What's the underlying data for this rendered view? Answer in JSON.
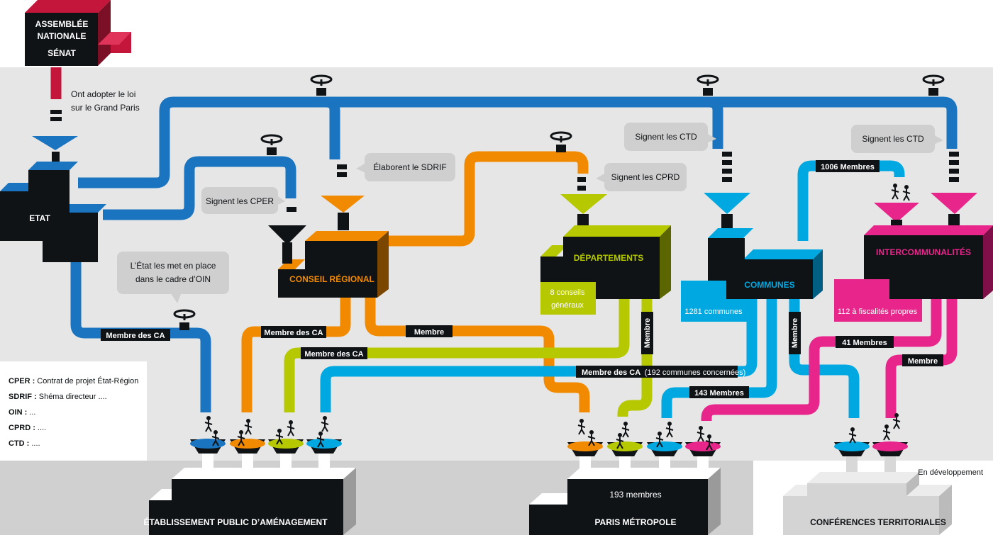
{
  "colors": {
    "state_blue": "#1a74bf",
    "region_orange": "#f28a00",
    "dept_lime": "#b5c800",
    "commune_cyan": "#00a8e2",
    "interco_magenta": "#e8258a",
    "parliament_red": "#c4153a",
    "box_black": "#101316",
    "band_gray": "#e6e6e6",
    "bubble_gray": "#cfcfcf"
  },
  "actors": {
    "parliament": {
      "line1": "ASSEMBLÉE",
      "line2": "NATIONALE",
      "line3": "SÉNAT"
    },
    "etat": "ETAT",
    "conseil_regional": "CONSEIL RÉGIONAL",
    "departements": "DÉPARTEMENTS",
    "departements_count_1": "8 conseils",
    "departements_count_2": "généraux",
    "communes": "COMMUNES",
    "communes_count": "1281 communes",
    "intercommunalites": "INTERCOMMUNALITÉS",
    "interco_count": "112 à fiscalités propres"
  },
  "bubbles": {
    "cper": "Signent les CPER",
    "sdrif": "Élaborent le SDRIF",
    "cprd": "Signent les CPRD",
    "ctd_communes": "Signent les CTD",
    "ctd_interco": "Signent les CTD",
    "oin_1": "L’État les met en place",
    "oin_2": "dans le cadre d’OIN"
  },
  "notes": {
    "loi_1": "Ont adopter le loi",
    "loi_2": "sur le Grand Paris"
  },
  "pipe_labels": {
    "membre_ca_etat": "Membre des CA",
    "membre_ca_region": "Membre des CA",
    "membre_region": "Membre",
    "membre_ca_dept": "Membre des CA",
    "membre_dept_vertical": "Membre",
    "membre_ca_communes": "Membre des CA",
    "membre_ca_communes_detail": "(192 communes concernées)",
    "membres_1006": "1006 Membres",
    "membres_143": "143 Membres",
    "membre_communes_vertical": "Membre",
    "membres_41": "41 Membres",
    "membre_interco": "Membre"
  },
  "legend": [
    {
      "abbr": "CPER :",
      "text": "Contrat de projet État-Région"
    },
    {
      "abbr": "SDRIF :",
      "text": "Shéma directeur ...."
    },
    {
      "abbr": "OIN :",
      "text": "..."
    },
    {
      "abbr": "CPRD :",
      "text": "...."
    },
    {
      "abbr": "CTD :",
      "text": "...."
    }
  ],
  "outputs": {
    "epa": "ÉTABLISSEMENT PUBLIC D’AMÉNAGEMENT",
    "paris_metropole": "PARIS MÉTROPOLE",
    "paris_metropole_count": "193 membres",
    "conferences": "CONFÉRENCES TERRITORIALES",
    "en_dev": "En développement"
  }
}
